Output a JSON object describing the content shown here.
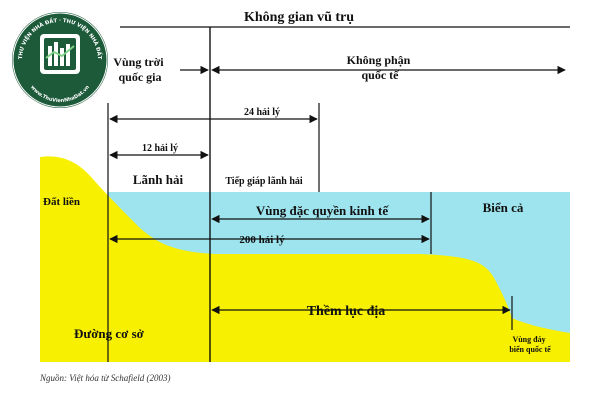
{
  "title": "Không gian vũ trụ",
  "labels": {
    "national_airspace": [
      "Vùng trời",
      "quốc gia"
    ],
    "international_airspace": [
      "Không phận",
      "quốc tế"
    ],
    "nm24": "24 hải lý",
    "nm12": "12 hải lý",
    "territorial_sea": "Lãnh hải",
    "contiguous_zone": "Tiếp giáp lãnh hải",
    "high_seas": "Biển cả",
    "land": "Đất liền",
    "eez": "Vùng đặc quyền kinh tế",
    "nm200": "200 hải lý",
    "continental_shelf": "Thềm lục địa",
    "baseline": "Đường cơ sở",
    "seabed_area": [
      "Vùng đáy",
      "biển quốc tế"
    ]
  },
  "source": "Nguồn: Việt hóa từ Schafield (2003)",
  "logo": {
    "text_top": "THƯ VIỆN NHÀ ĐẤT · THƯ VIỆN NHÀ ĐẤT",
    "text_bottom": "www.ThuVienNhaDat.vn"
  },
  "colors": {
    "land": "#f7f000",
    "sea": "#9ee4ee",
    "line": "#111111",
    "logo": "#1c5a3a"
  }
}
